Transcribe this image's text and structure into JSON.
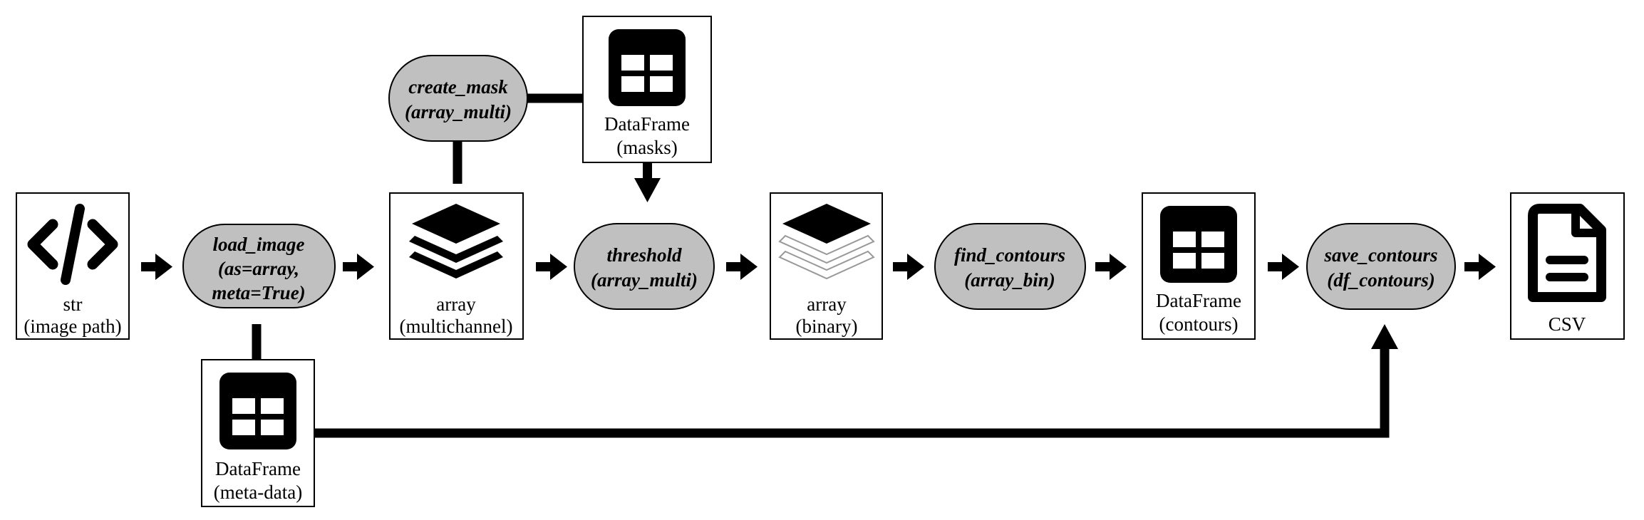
{
  "diagram": {
    "nodes": {
      "str": {
        "type": "data",
        "icon": "code-icon",
        "line1": "str",
        "line2": "(image path)"
      },
      "load_image": {
        "type": "function",
        "line1": "load_image",
        "line2": "(as=array,",
        "line3": "meta=True)"
      },
      "meta": {
        "type": "data",
        "icon": "table-icon",
        "line1": "DataFrame",
        "line2": "(meta-data)"
      },
      "array_multi": {
        "type": "data",
        "icon": "layers-icon",
        "line1": "array",
        "line2": "(multichannel)"
      },
      "create_mask": {
        "type": "function",
        "line1": "create_mask",
        "line2": "(array_multi)"
      },
      "masks": {
        "type": "data",
        "icon": "table-icon",
        "line1": "DataFrame",
        "line2": "(masks)"
      },
      "threshold": {
        "type": "function",
        "line1": "threshold",
        "line2": "(array_multi)"
      },
      "array_bin": {
        "type": "data",
        "icon": "layers-outline-icon",
        "line1": "array",
        "line2": "(binary)"
      },
      "find_contours": {
        "type": "function",
        "line1": "find_contours",
        "line2": "(array_bin)"
      },
      "contours": {
        "type": "data",
        "icon": "table-icon",
        "line1": "DataFrame",
        "line2": "(contours)"
      },
      "save_contours": {
        "type": "function",
        "line1": "save_contours",
        "line2": "(df_contours)"
      },
      "csv": {
        "type": "data",
        "icon": "document-icon",
        "line1": "CSV"
      }
    },
    "colors": {
      "function_fill": "#c0c0c0",
      "stroke": "#000000",
      "background": "#ffffff"
    }
  }
}
